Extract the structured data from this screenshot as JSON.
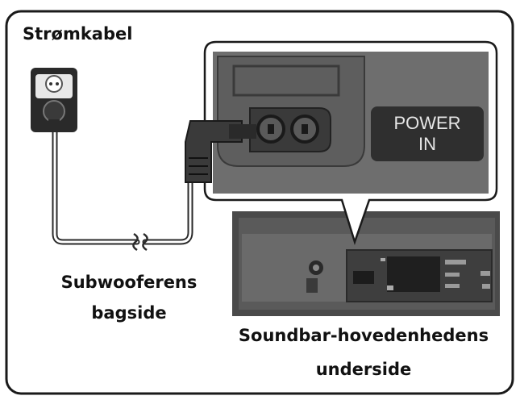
{
  "labels": {
    "title": "Strømkabel",
    "subwoofer_line1": "Subwooferens",
    "subwoofer_line2": "bagside",
    "soundbar_line1": "Soundbar-hovedenhedens",
    "soundbar_line2": "underside",
    "power_line1": "POWER",
    "power_line2": "IN"
  },
  "colors": {
    "frame": "#1a1a1a",
    "panel": "#6e6e6e",
    "panel_dark": "#3c3c3c",
    "power_box": "#2f2f2f",
    "plug": "#2a2a2a"
  },
  "icons": {
    "outlet": "wall-outlet-icon",
    "plug": "power-plug-icon",
    "cable_break": "cable-break-icon"
  }
}
